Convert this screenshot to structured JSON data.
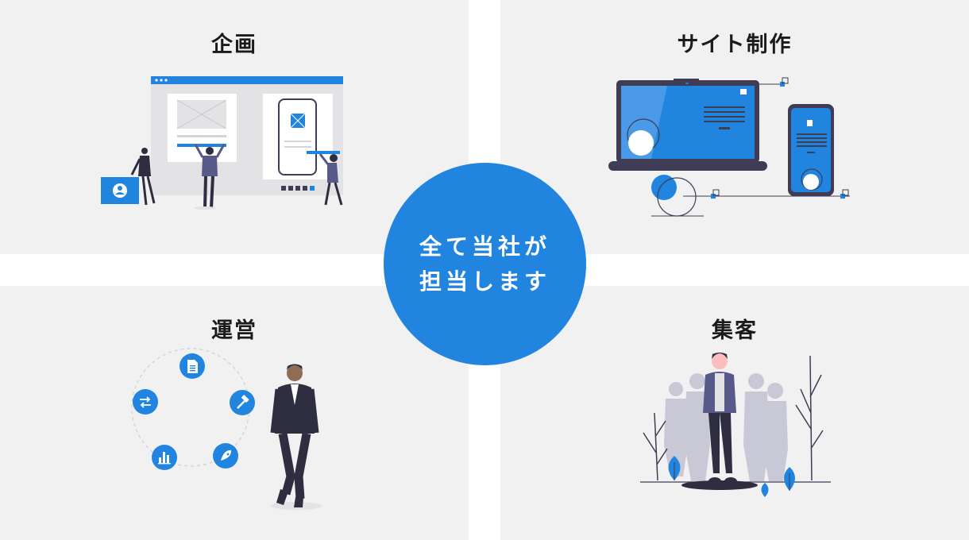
{
  "panels": {
    "planning": {
      "title": "企画",
      "illustration": "wireframe-team-illustration"
    },
    "site_production": {
      "title": "サイト制作",
      "illustration": "laptop-phone-illustration"
    },
    "operation": {
      "title": "運営",
      "illustration": "operation-cycle-illustration",
      "cycle_icons": [
        "document-icon",
        "hammer-icon",
        "rocket-icon",
        "chart-icon",
        "refresh-icon"
      ]
    },
    "attracting_customers": {
      "title": "集客",
      "illustration": "crowd-illustration"
    }
  },
  "center": {
    "line1": "全て当社が",
    "line2": "担当します"
  },
  "colors": {
    "accent": "#2185e0",
    "panel_bg": "#f1f1f2",
    "title": "#1b1b1b"
  }
}
